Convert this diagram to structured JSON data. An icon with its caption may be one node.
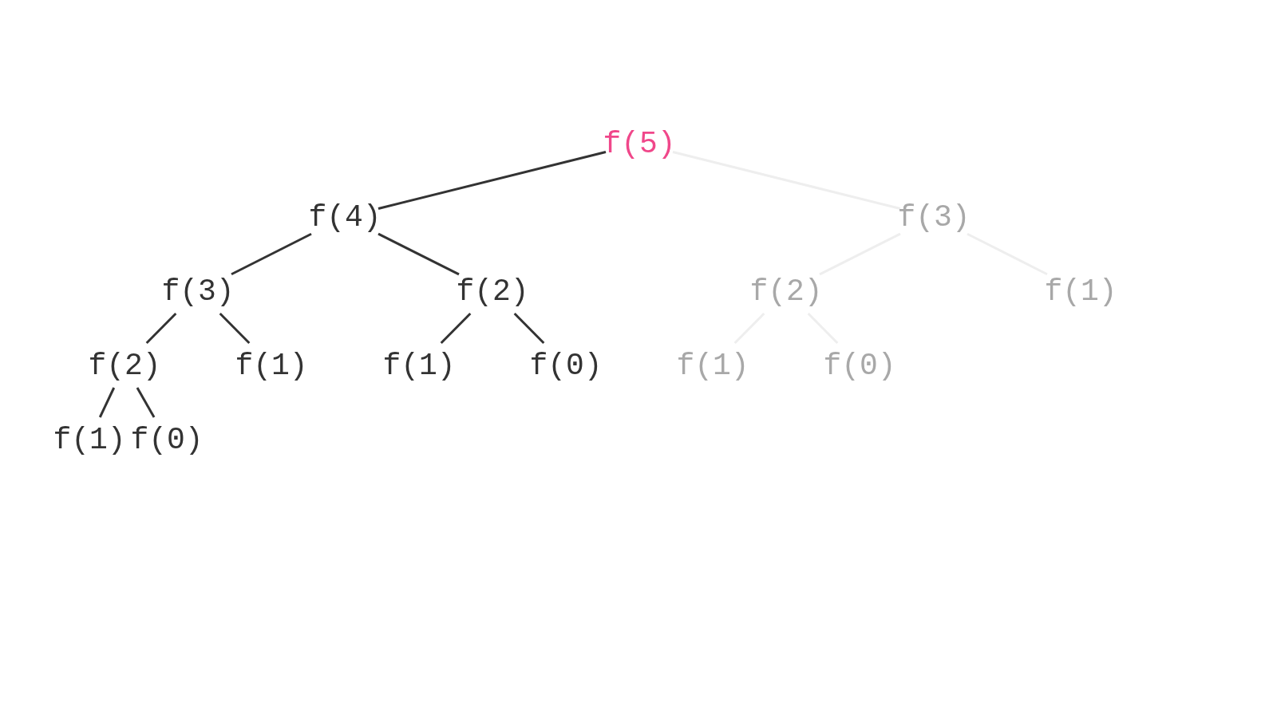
{
  "diagram": {
    "nodes": [
      {
        "text": [
          "f(5)"
        ]
      },
      {
        "text": [
          "f(4)"
        ]
      },
      {
        "text": [
          "f(3)"
        ]
      },
      {
        "text": [
          "f(3)"
        ]
      },
      {
        "text": [
          "f(2)"
        ]
      },
      {
        "text": [
          "f(2)"
        ]
      },
      {
        "text": [
          "f(1)"
        ]
      },
      {
        "text": [
          "f(2)"
        ]
      },
      {
        "text": [
          "f(1)"
        ]
      },
      {
        "text": [
          "f(1)"
        ]
      },
      {
        "text": [
          "f(0)"
        ]
      },
      {
        "text": [
          "f(1)"
        ]
      },
      {
        "text": [
          "f(0)"
        ]
      },
      {
        "text": [
          "f(1)"
        ]
      },
      {
        "text": [
          "f(0)"
        ]
      }
    ],
    "edges": [
      {
        "from": 0,
        "to": 1,
        "arrow": "none"
      },
      {
        "from": 0,
        "to": 2,
        "arrow": "none",
        "color": "#eeeeee"
      },
      {
        "from": 1,
        "to": 3,
        "arrow": "none"
      },
      {
        "from": 1,
        "to": 4,
        "arrow": "none"
      },
      {
        "from": 2,
        "to": 5,
        "arrow": "none",
        "color": "#eeeeee"
      },
      {
        "from": 2,
        "to": 6,
        "arrow": "none",
        "color": "#eeeeee"
      },
      {
        "from": 3,
        "to": 7,
        "arrow": "none"
      },
      {
        "from": 3,
        "to": 8,
        "arrow": "none"
      },
      {
        "from": 4,
        "to": 9,
        "arrow": "none"
      },
      {
        "from": 4,
        "to": 10,
        "arrow": "none"
      },
      {
        "from": 5,
        "to": 11,
        "arrow": "none",
        "color": "#eeeeee"
      },
      {
        "from": 5,
        "to": 12,
        "arrow": "none",
        "color": "#eeeeee"
      },
      {
        "from": 7,
        "to": 13,
        "arrow": "none"
      },
      {
        "from": 7,
        "to": 14,
        "arrow": "none"
      }
    ]
  }
}
